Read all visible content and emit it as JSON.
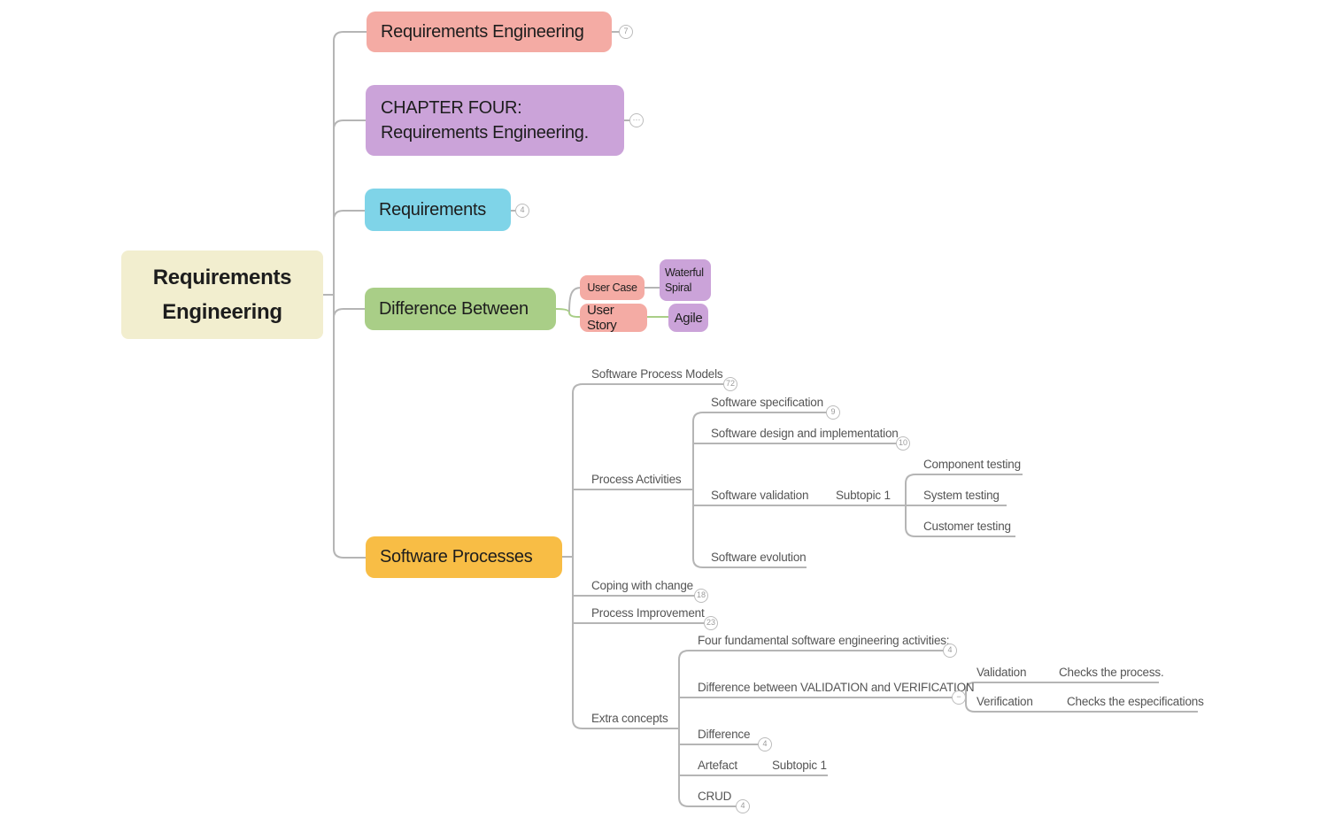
{
  "canvas": {
    "background": "#ffffff",
    "line_color": "#b5b5b5",
    "green_line_color": "#a9ce87",
    "label_text_color": "#555555",
    "badge_border_color": "#bcbcbc"
  },
  "root": {
    "label": "Requirements Engineering",
    "color": "#f2eecf"
  },
  "branches": {
    "requirements_engineering": {
      "label": "Requirements Engineering",
      "badge": "7",
      "color": "#f4aba4"
    },
    "chapter_four": {
      "label": "CHAPTER FOUR: Requirements Engineering.",
      "badge": "···",
      "color": "#cba3d9"
    },
    "requirements": {
      "label": "Requirements",
      "badge": "4",
      "color": "#7fd4e8"
    },
    "difference_between": {
      "label": "Difference Between",
      "color": "#a9ce87",
      "children": {
        "user_case": {
          "label": "User Case",
          "color": "#f4aba4"
        },
        "waterful_spiral": {
          "label": "Waterful Spiral",
          "color": "#cba3d9"
        },
        "user_story": {
          "label": "User Story",
          "color": "#f4aba4"
        },
        "agile": {
          "label": "Agile",
          "color": "#cba3d9"
        }
      }
    },
    "software_processes": {
      "label": "Software Processes",
      "color": "#f8bd45",
      "children": {
        "software_process_models": {
          "label": "Software Process Models",
          "badge": "72"
        },
        "process_activities": {
          "label": "Process Activities",
          "children": {
            "software_specification": {
              "label": "Software specification",
              "badge": "9"
            },
            "software_design": {
              "label": "Software design and implementation",
              "badge": "10"
            },
            "software_validation": {
              "label": "Software validation",
              "children": {
                "subtopic_1": {
                  "label": "Subtopic 1",
                  "children": {
                    "component_testing": {
                      "label": "Component testing"
                    },
                    "system_testing": {
                      "label": "System testing"
                    },
                    "customer_testing": {
                      "label": "Customer testing"
                    }
                  }
                }
              }
            },
            "software_evolution": {
              "label": "Software evolution"
            }
          }
        },
        "coping_with_change": {
          "label": "Coping with change",
          "badge": "18"
        },
        "process_improvement": {
          "label": "Process Improvement",
          "badge": "23"
        },
        "extra_concepts": {
          "label": "Extra concepts",
          "children": {
            "four_fundamental": {
              "label": "Four fundamental software engineering activities:",
              "badge": "4"
            },
            "validation_vs_verification": {
              "label": "Difference between VALIDATION and VERIFICATION",
              "badge": "−",
              "children": {
                "validation": {
                  "label": "Validation",
                  "children": {
                    "checks_the_process": {
                      "label": "Checks the process."
                    }
                  }
                },
                "verification": {
                  "label": "Verification",
                  "children": {
                    "checks_the_especifications": {
                      "label": "Checks the especifications"
                    }
                  }
                }
              }
            },
            "difference": {
              "label": "Difference",
              "badge": "4"
            },
            "artefact": {
              "label": "Artefact",
              "children": {
                "subtopic_1": {
                  "label": "Subtopic 1"
                }
              }
            },
            "crud": {
              "label": "CRUD",
              "badge": "4"
            }
          }
        }
      }
    }
  }
}
